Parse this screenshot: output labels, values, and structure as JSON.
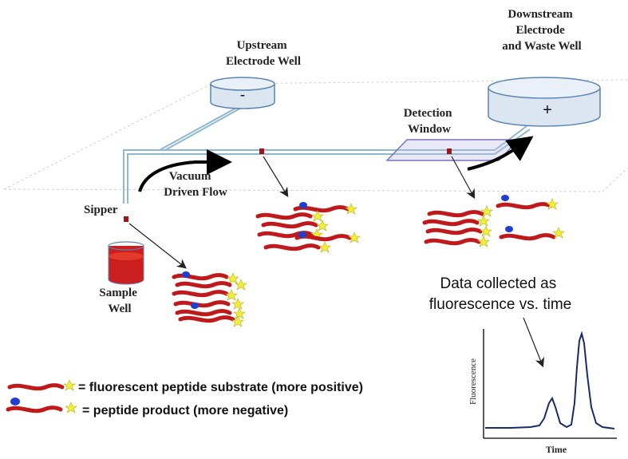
{
  "labels": {
    "upstream_well": [
      "Upstream",
      "Electrode Well"
    ],
    "downstream_well": [
      "Downstream",
      "Electrode",
      "and Waste Well"
    ],
    "detection_window": [
      "Detection",
      "Window"
    ],
    "vacuum_flow": [
      "Vacuum",
      "Driven Flow"
    ],
    "sipper": "Sipper",
    "sample_well": [
      "Sample",
      "Well"
    ],
    "minus_sign": "-",
    "plus_sign": "+",
    "data_caption": [
      "Data collected as",
      "fluorescence vs. time"
    ]
  },
  "legend": {
    "substrate": "= fluorescent peptide substrate (more positive)",
    "product": "= peptide product (more negative)"
  },
  "trace": {
    "xlabel": "Time",
    "ylabel": "Fluorescence"
  },
  "colors": {
    "peptide": "#c0191c",
    "fluorophore": "#f2ee3a",
    "product_tag": "#1f3fd1",
    "well_fill": "#dbe6f1",
    "well_stroke": "#5b84b1",
    "channel": "#8fb7cf",
    "marker": "#9c1818",
    "trace_line": "#1a2a6c"
  }
}
